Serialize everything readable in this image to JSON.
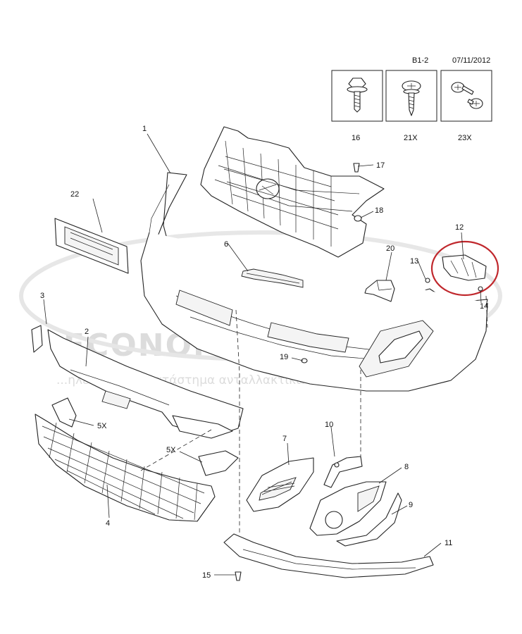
{
  "header": {
    "section_code": "B1-2",
    "date": "07/11/2012"
  },
  "fastener_boxes": [
    {
      "label": "16",
      "icon": "flange-bolt-icon"
    },
    {
      "label": "21X",
      "icon": "self-tapping-screw-icon"
    },
    {
      "label": "23X",
      "icon": "pan-head-screws-icon"
    }
  ],
  "callouts": {
    "c1": "1",
    "c2": "2",
    "c3": "3",
    "c4": "4",
    "c5a": "5X",
    "c5b": "5X",
    "c6": "6",
    "c7": "7",
    "c8": "8",
    "c9": "9",
    "c10": "10",
    "c11": "11",
    "c12": "12",
    "c13": "13",
    "c14": "14",
    "c15": "15",
    "c17": "17",
    "c18": "18",
    "c19": "19",
    "c20": "20",
    "c22": "22"
  },
  "watermark": {
    "brand": "ECONOMY PARTS.GR",
    "tagline": "...ηλεκτρονικό κατάστημα ανταλλακτικών"
  },
  "highlight_color": "#c0282d"
}
